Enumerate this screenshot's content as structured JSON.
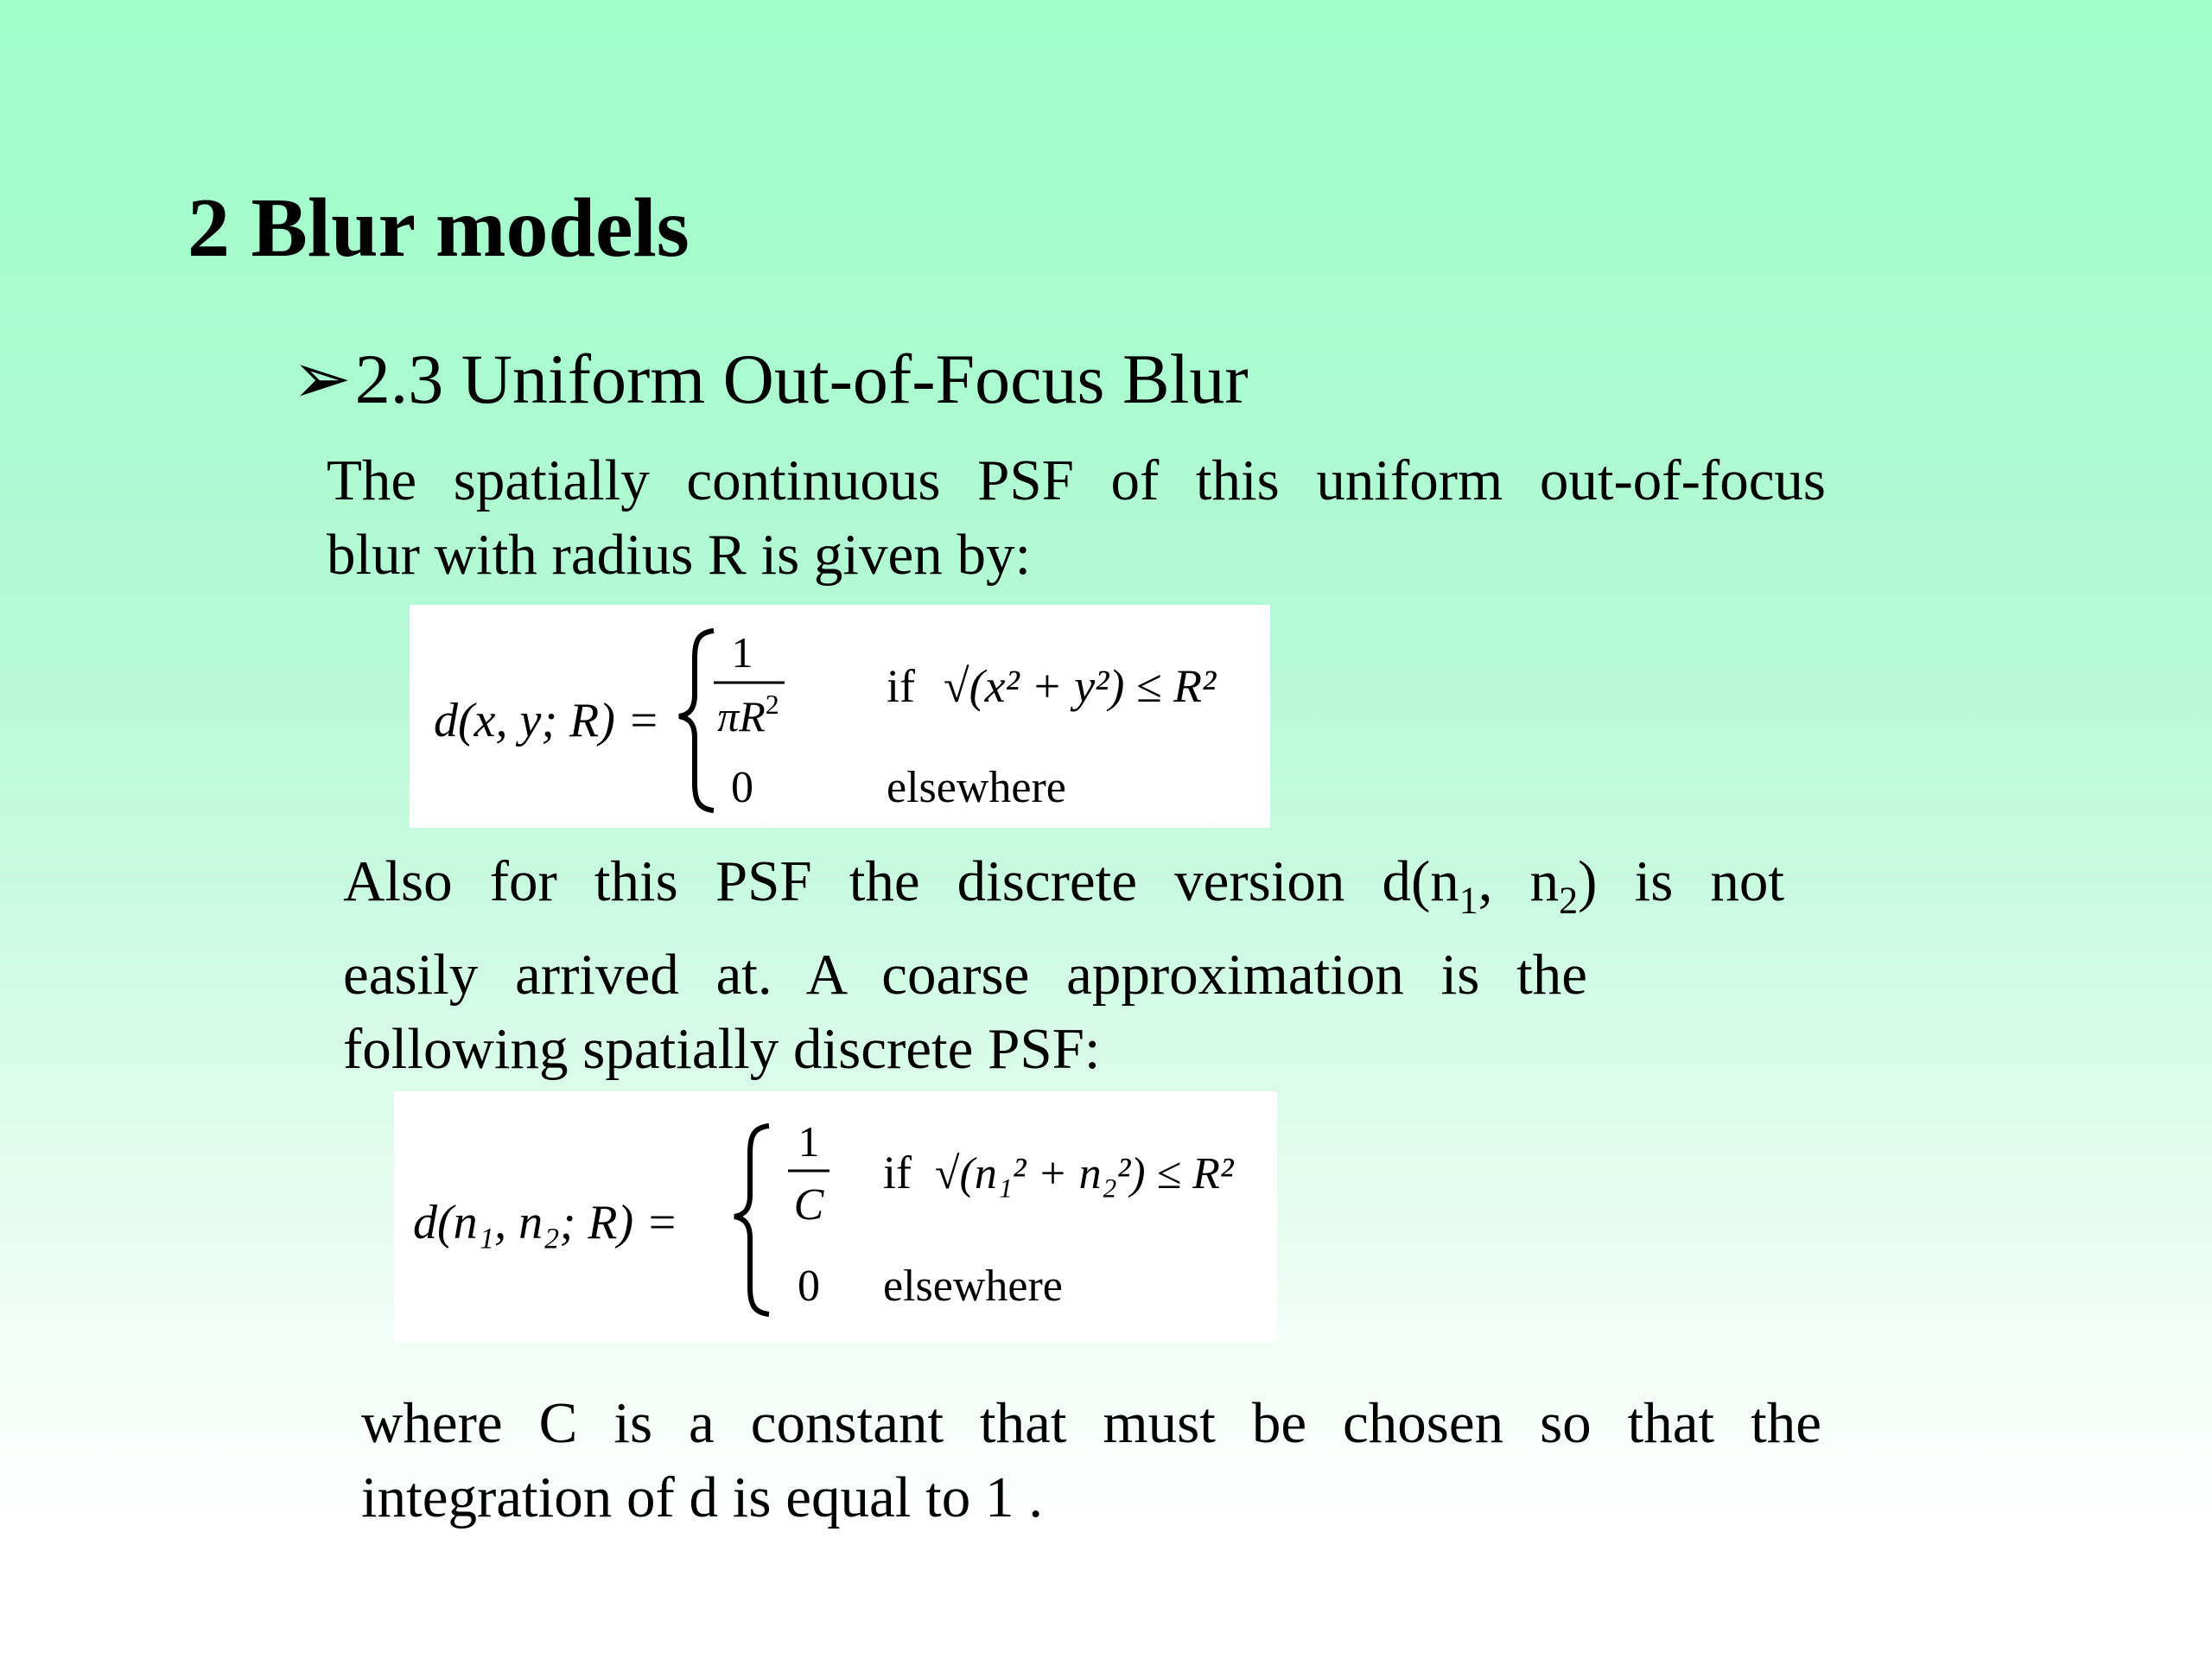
{
  "slide": {
    "title": "2 Blur models",
    "section": {
      "bullet_glyph": "➢",
      "heading": "2.3 Uniform Out-of-Focus Blur"
    },
    "paragraph1": {
      "line1": "The spatially continuous PSF of this uniform out-of-focus",
      "line2": "blur with radius R is given by:"
    },
    "equation1": {
      "lhs": "d(x, y; R) =",
      "case1_num": "1",
      "case1_den": "πR",
      "case1_den_exp": "2",
      "case1_cond_if": "if",
      "case1_cond": "√(x² + y²) ≤ R²",
      "case2_value": "0",
      "case2_cond": "elsewhere"
    },
    "paragraph2": {
      "line1_part1": "Also for this PSF the discrete version d(n",
      "line1_sub1": "1",
      "line1_part2": ", n",
      "line1_sub2": "2",
      "line1_part3": ") is not",
      "line2": "easily arrived at. A coarse approximation is the",
      "line3": "following spatially discrete PSF:"
    },
    "equation2": {
      "lhs": "d(n₁, n₂; R) =",
      "case1_num": "1",
      "case1_den": "C",
      "case1_cond_if": "if",
      "case1_cond": "√(n₁² + n₂²) ≤ R²",
      "case2_value": "0",
      "case2_cond": "elsewhere"
    },
    "paragraph3": {
      "line1": "where C is a constant that must be chosen so that the",
      "line2": "integration of d is equal to 1 ."
    }
  },
  "colors": {
    "background_top": "#9dfec8",
    "background_bottom": "#ffffff",
    "text": "#000000",
    "equation_box": "#ffffff"
  }
}
